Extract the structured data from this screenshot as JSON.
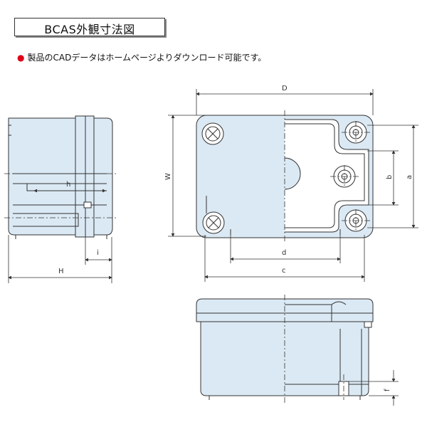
{
  "title": "BCAS外観寸法図",
  "note": {
    "bullet": "●",
    "text": "製品のCADデータはホームページよりダウンロード可能です。",
    "bullet_color": "#e0001a"
  },
  "labels": {
    "D": "D",
    "W": "W",
    "a": "a",
    "b": "b",
    "c": "c",
    "d": "d",
    "h": "h",
    "i": "i",
    "H": "H",
    "f": "f"
  },
  "colors": {
    "body_fill": "#dbe9f4",
    "line": "#333333"
  }
}
